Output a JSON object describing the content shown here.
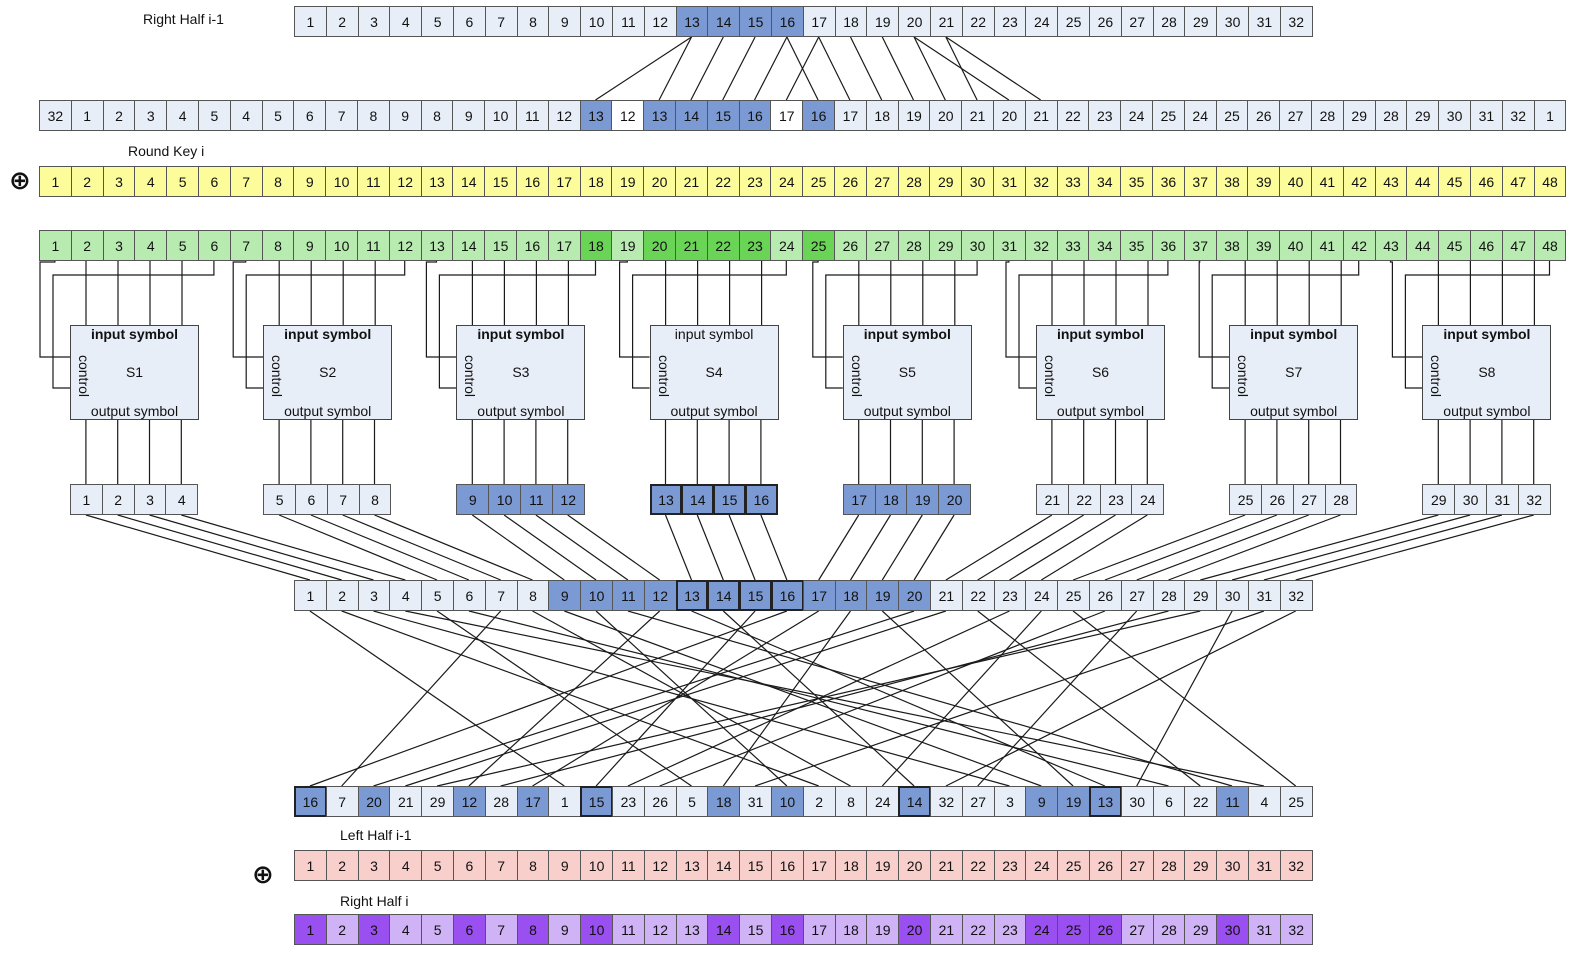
{
  "labels": {
    "right_half_prev": "Right Half i-1",
    "round_key": "Round Key i",
    "left_half_prev": "Left Half i-1",
    "right_half_new": "Right Half i",
    "xor_symbol": "⊕"
  },
  "colors": {
    "light_blue": "#e8eef8",
    "mid_blue": "#7b9ad3",
    "white": "#ffffff",
    "yellow": "#fcfc9a",
    "light_green": "#b8ebb0",
    "green": "#6ad456",
    "pink": "#f9cfcc",
    "purple_light": "#cfb3f6",
    "purple": "#9a4ff0",
    "wire": "#1a1a1a"
  },
  "rows": {
    "right_half_prev": {
      "cells": [
        "1",
        "2",
        "3",
        "4",
        "5",
        "6",
        "7",
        "8",
        "9",
        "10",
        "11",
        "12",
        "13",
        "14",
        "15",
        "16",
        "17",
        "18",
        "19",
        "20",
        "21",
        "22",
        "23",
        "24",
        "25",
        "26",
        "27",
        "28",
        "29",
        "30",
        "31",
        "32"
      ],
      "highlight": [
        12,
        13,
        14,
        15
      ]
    },
    "expansion": {
      "cells": [
        "32",
        "1",
        "2",
        "3",
        "4",
        "5",
        "4",
        "5",
        "6",
        "7",
        "8",
        "9",
        "8",
        "9",
        "10",
        "11",
        "12",
        "13",
        "12",
        "13",
        "14",
        "15",
        "16",
        "17",
        "16",
        "17",
        "18",
        "19",
        "20",
        "21",
        "20",
        "21",
        "22",
        "23",
        "24",
        "25",
        "24",
        "25",
        "26",
        "27",
        "28",
        "29",
        "28",
        "29",
        "30",
        "31",
        "32",
        "1"
      ],
      "highlight": [
        17,
        19,
        20,
        21,
        22,
        24
      ],
      "white": [
        18,
        23
      ]
    },
    "round_key": {
      "cells": [
        "1",
        "2",
        "3",
        "4",
        "5",
        "6",
        "7",
        "8",
        "9",
        "10",
        "11",
        "12",
        "13",
        "14",
        "15",
        "16",
        "17",
        "18",
        "19",
        "20",
        "21",
        "22",
        "23",
        "24",
        "25",
        "26",
        "27",
        "28",
        "29",
        "30",
        "31",
        "32",
        "33",
        "34",
        "35",
        "36",
        "37",
        "38",
        "39",
        "40",
        "41",
        "42",
        "43",
        "44",
        "45",
        "46",
        "47",
        "48"
      ]
    },
    "xor_result": {
      "cells": [
        "1",
        "2",
        "3",
        "4",
        "5",
        "6",
        "7",
        "8",
        "9",
        "10",
        "11",
        "12",
        "13",
        "14",
        "15",
        "16",
        "17",
        "18",
        "19",
        "20",
        "21",
        "22",
        "23",
        "24",
        "25",
        "26",
        "27",
        "28",
        "29",
        "30",
        "31",
        "32",
        "33",
        "34",
        "35",
        "36",
        "37",
        "38",
        "39",
        "40",
        "41",
        "42",
        "43",
        "44",
        "45",
        "46",
        "47",
        "48"
      ],
      "highlight": [
        17,
        19,
        20,
        21,
        22,
        24
      ]
    },
    "sbox_output": {
      "cells": [
        "1",
        "2",
        "3",
        "4",
        "5",
        "6",
        "7",
        "8",
        "9",
        "10",
        "11",
        "12",
        "13",
        "14",
        "15",
        "16",
        "17",
        "18",
        "19",
        "20",
        "21",
        "22",
        "23",
        "24",
        "25",
        "26",
        "27",
        "28",
        "29",
        "30",
        "31",
        "32"
      ],
      "highlight": [
        8,
        9,
        10,
        11,
        12,
        13,
        14,
        15,
        16,
        17,
        18,
        19
      ],
      "thick": [
        12,
        13,
        14,
        15
      ]
    },
    "pbox_input": {
      "cells": [
        "1",
        "2",
        "3",
        "4",
        "5",
        "6",
        "7",
        "8",
        "9",
        "10",
        "11",
        "12",
        "13",
        "14",
        "15",
        "16",
        "17",
        "18",
        "19",
        "20",
        "21",
        "22",
        "23",
        "24",
        "25",
        "26",
        "27",
        "28",
        "29",
        "30",
        "31",
        "32"
      ],
      "highlight": [
        8,
        9,
        10,
        11,
        12,
        13,
        14,
        15,
        16,
        17,
        18,
        19
      ],
      "thick": [
        12,
        13,
        14,
        15
      ]
    },
    "pbox_output": {
      "cells": [
        "16",
        "7",
        "20",
        "21",
        "29",
        "12",
        "28",
        "17",
        "1",
        "15",
        "23",
        "26",
        "5",
        "18",
        "31",
        "10",
        "2",
        "8",
        "24",
        "14",
        "32",
        "27",
        "3",
        "9",
        "19",
        "13",
        "30",
        "6",
        "22",
        "11",
        "4",
        "25"
      ],
      "highlight": [
        0,
        2,
        5,
        7,
        9,
        13,
        15,
        19,
        23,
        24,
        25,
        29
      ],
      "thick": [
        0,
        9,
        19,
        25
      ]
    },
    "left_half_prev": {
      "cells": [
        "1",
        "2",
        "3",
        "4",
        "5",
        "6",
        "7",
        "8",
        "9",
        "10",
        "11",
        "12",
        "13",
        "14",
        "15",
        "16",
        "17",
        "18",
        "19",
        "20",
        "21",
        "22",
        "23",
        "24",
        "25",
        "26",
        "27",
        "28",
        "29",
        "30",
        "31",
        "32"
      ]
    },
    "right_half_new": {
      "cells": [
        "1",
        "2",
        "3",
        "4",
        "5",
        "6",
        "7",
        "8",
        "9",
        "10",
        "11",
        "12",
        "13",
        "14",
        "15",
        "16",
        "17",
        "18",
        "19",
        "20",
        "21",
        "22",
        "23",
        "24",
        "25",
        "26",
        "27",
        "28",
        "29",
        "30",
        "31",
        "32"
      ],
      "dark": [
        0,
        2,
        5,
        7,
        9,
        13,
        15,
        19,
        23,
        24,
        25,
        29
      ]
    }
  },
  "sboxes": [
    {
      "name": "S1",
      "input_label": "input symbol",
      "output_label": "output symbol",
      "control_label": "control"
    },
    {
      "name": "S2",
      "input_label": "input symbol",
      "output_label": "output symbol",
      "control_label": "control"
    },
    {
      "name": "S3",
      "input_label": "input symbol",
      "output_label": "output symbol",
      "control_label": "control"
    },
    {
      "name": "S4",
      "input_label": "input symbol",
      "output_label": "output symbol",
      "control_label": "control"
    },
    {
      "name": "S5",
      "input_label": "input symbol",
      "output_label": "output symbol",
      "control_label": "control"
    },
    {
      "name": "S6",
      "input_label": "input symbol",
      "output_label": "output symbol",
      "control_label": "control"
    },
    {
      "name": "S7",
      "input_label": "input symbol",
      "output_label": "output symbol",
      "control_label": "control"
    },
    {
      "name": "S8",
      "input_label": "input symbol",
      "output_label": "output symbol",
      "control_label": "control"
    }
  ],
  "sbox_bold_input": [
    true,
    true,
    true,
    false,
    true,
    true,
    true,
    true
  ]
}
